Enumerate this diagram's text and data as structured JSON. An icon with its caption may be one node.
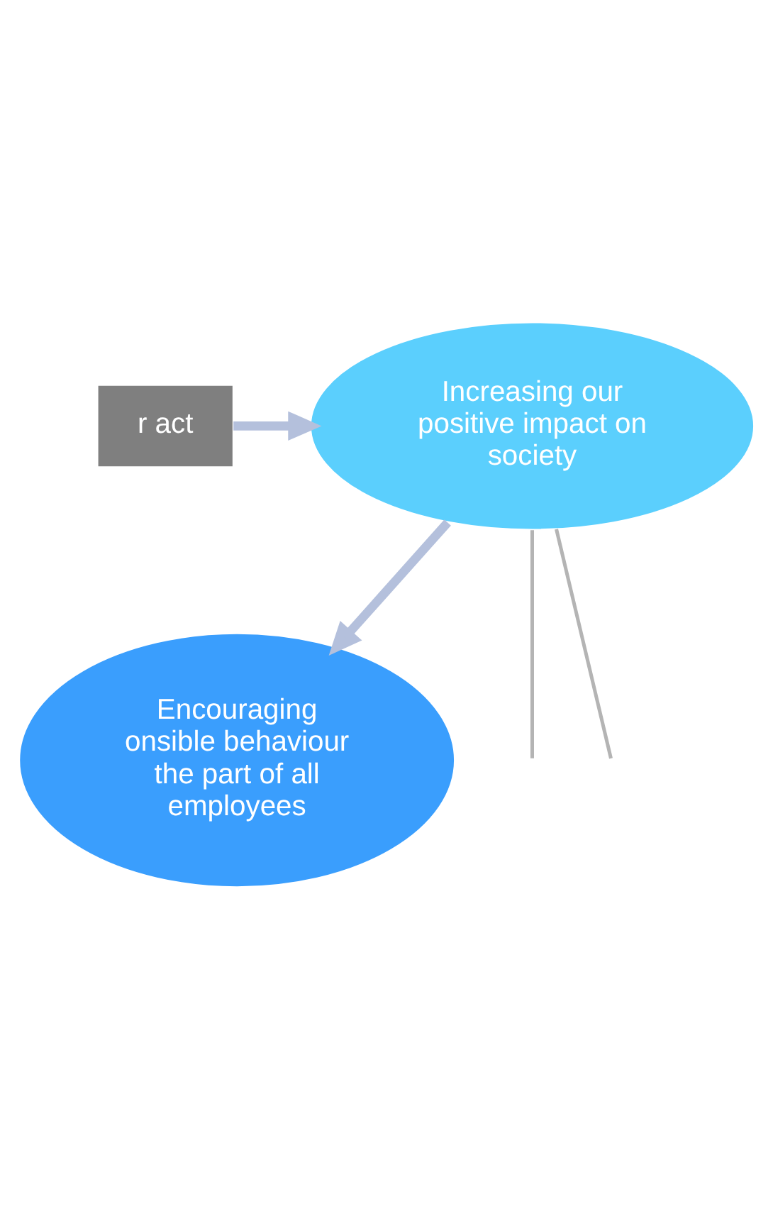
{
  "diagram": {
    "nodes": [
      {
        "text": [
          "r act"
        ]
      },
      {
        "text": [
          "Increasing our positive impact on society"
        ]
      },
      {
        "text": [
          "Encouraging onsible behaviour the part of all employees"
        ]
      }
    ],
    "edges": [
      {
        "from": 0,
        "to": 1,
        "arrow": "to",
        "style": "thick"
      },
      {
        "from": 1,
        "to": 2,
        "arrow": "to",
        "style": "thick"
      },
      {
        "from": 1,
        "to": null,
        "arrow": "none",
        "color": "#b4b4b4"
      },
      {
        "from": 1,
        "to": null,
        "arrow": "none",
        "color": "#b4b4b4"
      }
    ]
  }
}
